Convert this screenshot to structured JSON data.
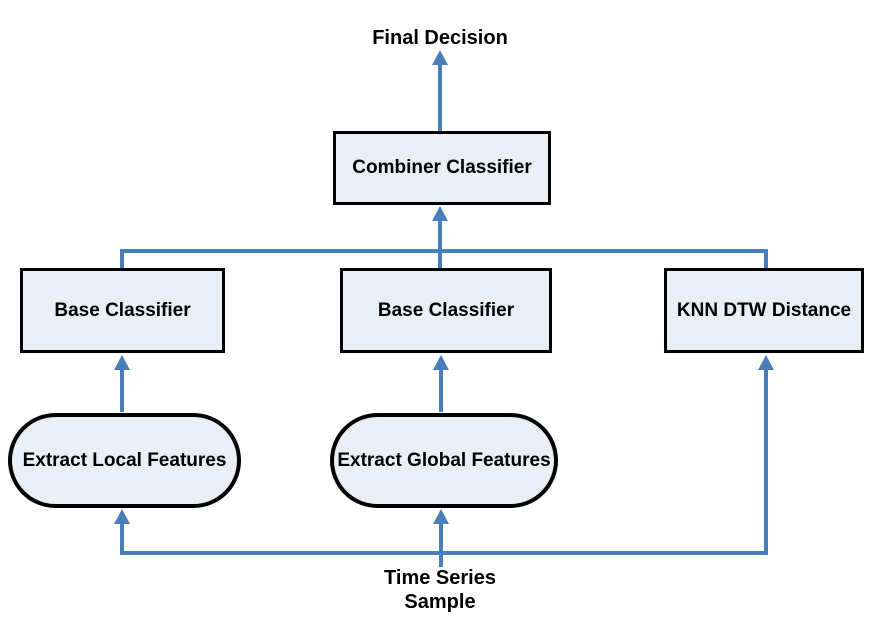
{
  "diagram": {
    "nodes": {
      "final_decision": "Final Decision",
      "combiner": "Combiner Classifier",
      "base_left": "Base Classifier",
      "base_mid": "Base Classifier",
      "knn": "KNN DTW Distance",
      "extract_local": "Extract Local Features",
      "extract_global": "Extract Global Features",
      "sample": "Time Series\nSample"
    },
    "colors": {
      "arrow": "#4A7EBB",
      "node_fill": "#E9EEF7",
      "node_border": "#000000",
      "text": "#000000",
      "background": "#FFFFFF"
    }
  }
}
